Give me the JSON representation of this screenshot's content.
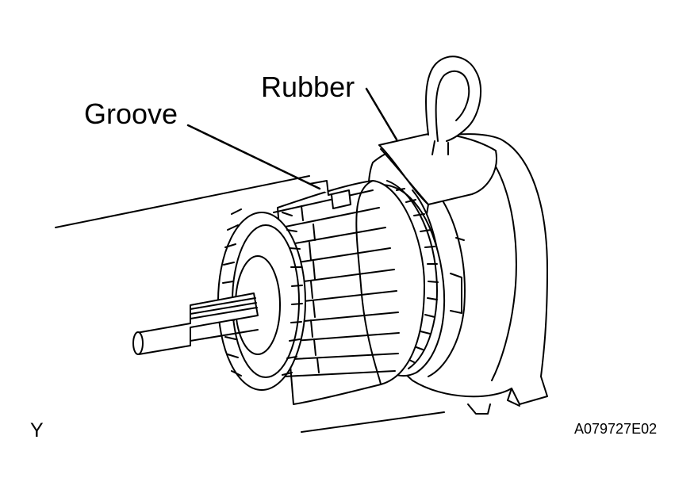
{
  "labels": {
    "rubber": "Rubber",
    "groove": "Groove",
    "view": "Y",
    "figure_code": "A079727E02"
  },
  "colors": {
    "line": "#000000",
    "background": "#ffffff"
  }
}
